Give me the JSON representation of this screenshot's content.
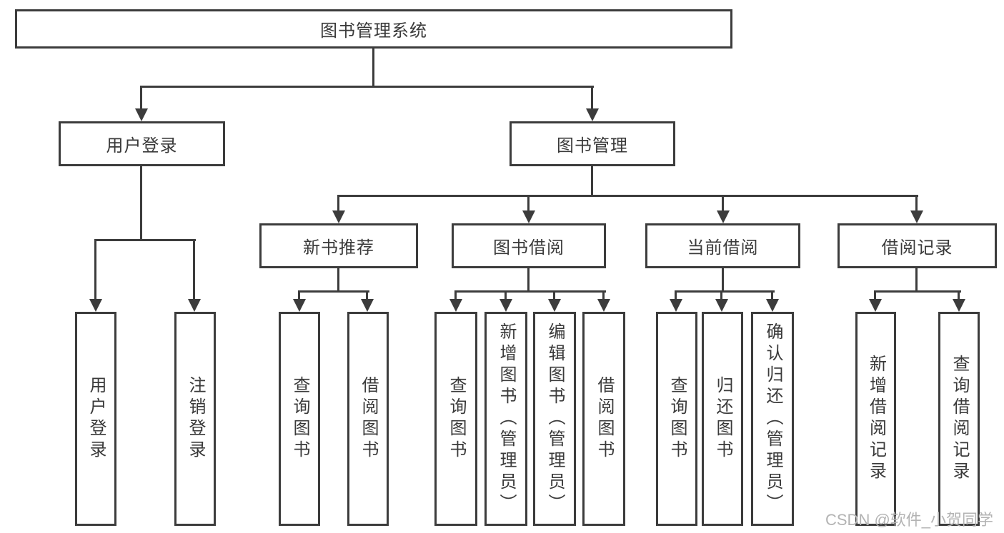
{
  "root": {
    "label": "图书管理系统"
  },
  "branches": [
    {
      "label": "用户登录",
      "children": [
        {
          "label": "用户登录"
        },
        {
          "label": "注销登录"
        }
      ]
    },
    {
      "label": "图书管理",
      "children": [
        {
          "label": "新书推荐",
          "children": [
            {
              "label": "查询图书"
            },
            {
              "label": "借阅图书"
            }
          ]
        },
        {
          "label": "图书借阅",
          "children": [
            {
              "label": "查询图书"
            },
            {
              "label": "新增图书（管理员）"
            },
            {
              "label": "编辑图书（管理员）"
            },
            {
              "label": "借阅图书"
            }
          ]
        },
        {
          "label": "当前借阅",
          "children": [
            {
              "label": "查询图书"
            },
            {
              "label": "归还图书"
            },
            {
              "label": "确认归还（管理员）"
            }
          ]
        },
        {
          "label": "借阅记录",
          "children": [
            {
              "label": "新增借阅记录"
            },
            {
              "label": "查询借阅记录"
            }
          ]
        }
      ]
    }
  ],
  "watermark": {
    "text": "CSDN @软件_小贺同学"
  },
  "colors": {
    "line": "#3c3c3c",
    "text": "#3a3a3a",
    "watermark": "#b3b3b3",
    "background": "#ffffff"
  }
}
